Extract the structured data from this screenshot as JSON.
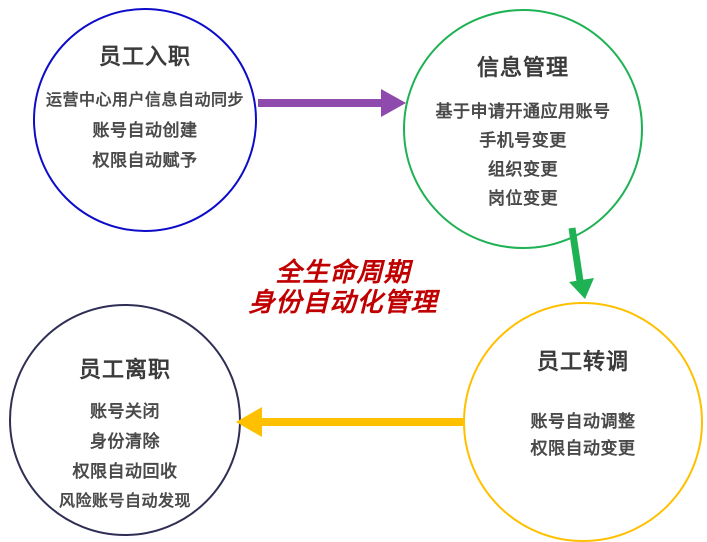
{
  "diagram": {
    "title_semantic": "employee-identity-lifecycle",
    "center_caption": {
      "line1": "全生命周期",
      "line2": "身份自动化管理",
      "color": "#C00000"
    },
    "nodes": [
      {
        "id": "onboarding",
        "title": "员工入职",
        "lines": [
          "运营中心用户信息自动同步",
          "账号自动创建",
          "权限自动赋予"
        ],
        "color": "#0D0DC8"
      },
      {
        "id": "info-management",
        "title": "信息管理",
        "lines": [
          "基于申请开通应用账号",
          "手机号变更",
          "组织变更",
          "岗位变更"
        ],
        "color": "#1FB254"
      },
      {
        "id": "transfer",
        "title": "员工转调",
        "lines": [
          "账号自动调整",
          "权限自动变更"
        ],
        "color": "#FFC000"
      },
      {
        "id": "offboarding",
        "title": "员工离职",
        "lines": [
          "账号关闭",
          "身份清除",
          "权限自动回收",
          "风险账号自动发现"
        ],
        "color": "#2F2F55"
      }
    ],
    "arrows": [
      {
        "name": "onboarding-to-info-management",
        "color": "#8E4BAD"
      },
      {
        "name": "info-management-to-transfer",
        "color": "#1FB254"
      },
      {
        "name": "transfer-to-offboarding",
        "color": "#FFC000"
      }
    ],
    "text_color": "#4A4A4A"
  }
}
